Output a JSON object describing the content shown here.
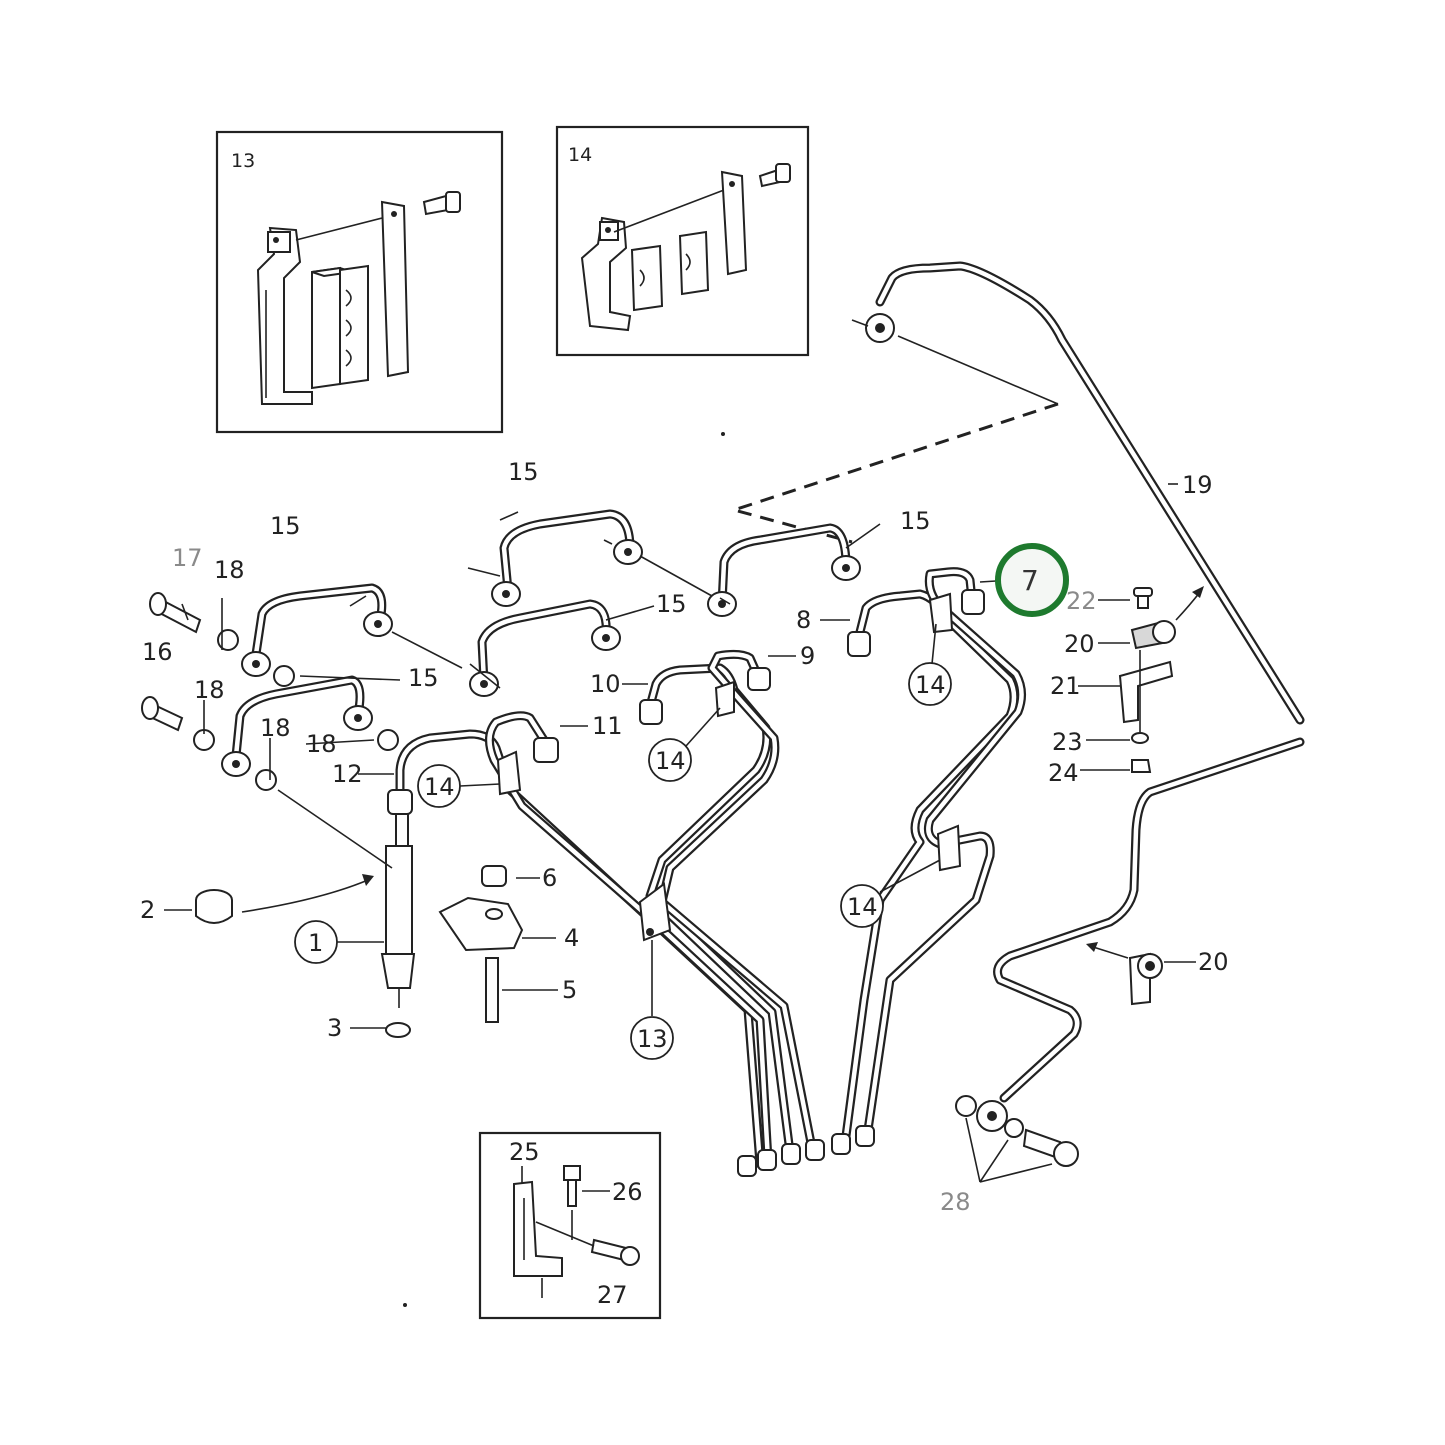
{
  "diagram": {
    "highlight": {
      "label": "7",
      "ring_color": "#1e7a2e"
    },
    "callouts": {
      "c1": "1",
      "c13": "13",
      "c14a": "14",
      "c14b": "14",
      "c14c": "14",
      "c14d": "14"
    },
    "labels": {
      "l2": "2",
      "l3": "3",
      "l4": "4",
      "l5": "5",
      "l6": "6",
      "l8": "8",
      "l9": "9",
      "l10": "10",
      "l11": "11",
      "l12": "12",
      "l15a": "15",
      "l15b": "15",
      "l15c": "15",
      "l15d": "15",
      "l15e": "15",
      "l16": "16",
      "l17": "17",
      "l18a": "18",
      "l18b": "18",
      "l18c": "18",
      "l18d": "18",
      "l19": "19",
      "l20a": "20",
      "l20b": "20",
      "l21": "21",
      "l22": "22",
      "l23": "23",
      "l24": "24",
      "l28": "28"
    },
    "inset_13": {
      "label": "13"
    },
    "inset_14": {
      "label": "14"
    },
    "inset_25": {
      "label": "25",
      "l26": "26",
      "l27": "27"
    }
  }
}
